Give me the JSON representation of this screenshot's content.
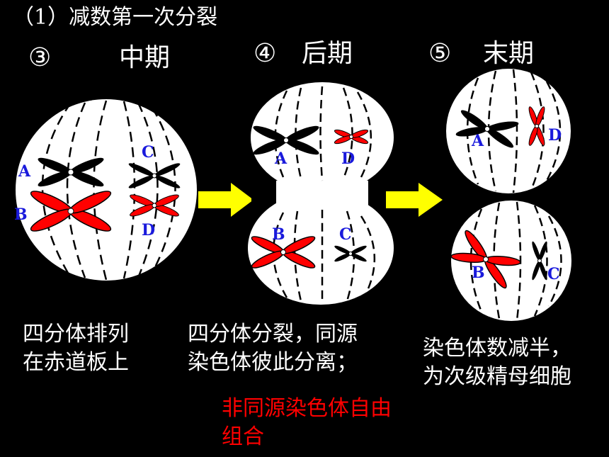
{
  "title": "（1）减数第一次分裂",
  "stages": [
    {
      "num": "③",
      "name": "中期",
      "caption": "四分体排列\n在赤道板上"
    },
    {
      "num": "④",
      "name": "后期",
      "caption": "四分体分裂，同源\n染色体彼此分离；"
    },
    {
      "num": "⑤",
      "name": "末期",
      "caption": "染色体数减半，\n为次级精母细胞"
    }
  ],
  "note": "非同源染色体自由\n组合",
  "chromosome_labels": {
    "a": "A",
    "b": "B",
    "c": "C",
    "d": "D"
  },
  "colors": {
    "background": "#000000",
    "cell": "#ffffff",
    "chromosome_dark": "#000000",
    "chromosome_red": "#ff0000",
    "arrow": "#ffff00",
    "letters": "#1a1adc",
    "note": "#ff0000"
  }
}
